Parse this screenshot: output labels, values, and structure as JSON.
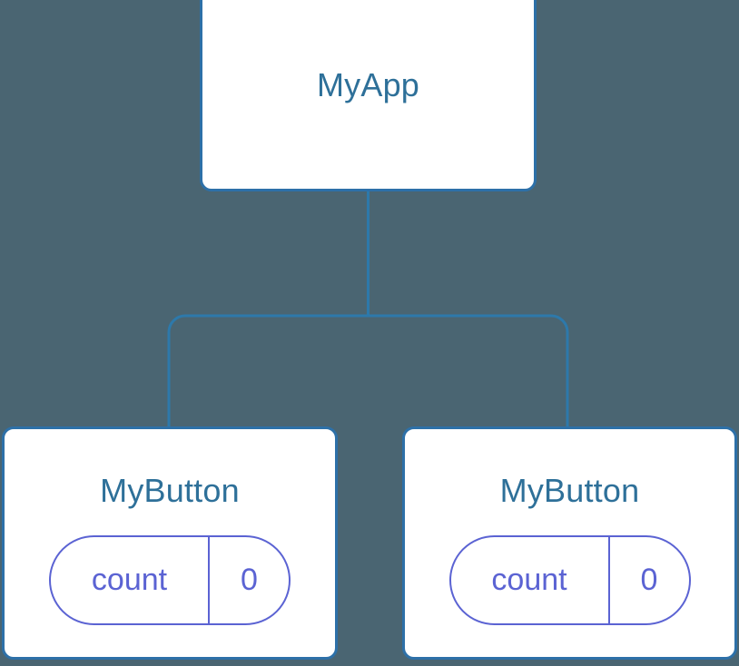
{
  "canvas": {
    "background_color": "#4a6572",
    "node_border_color": "#2d70a8",
    "node_fill_color": "#ffffff",
    "node_title_color": "#2e7099",
    "state_accent_color": "#5b63d3",
    "edge_color": "#2d79ab"
  },
  "tree": {
    "root": {
      "title": "MyApp"
    },
    "children": [
      {
        "title": "MyButton",
        "state": {
          "key": "count",
          "value": "0"
        }
      },
      {
        "title": "MyButton",
        "state": {
          "key": "count",
          "value": "0"
        }
      }
    ]
  }
}
